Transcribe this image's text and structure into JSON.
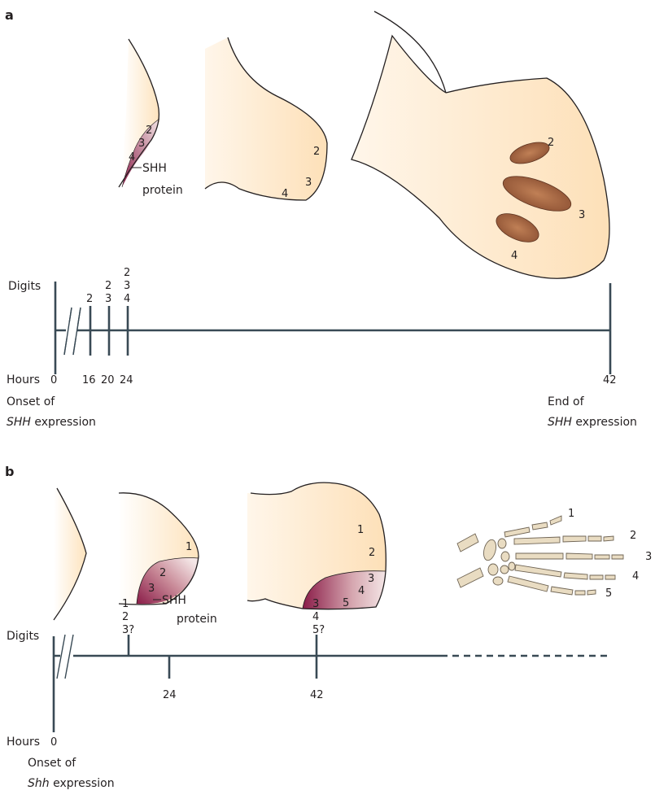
{
  "colors": {
    "limb": "#fde6c2",
    "shh_dark": "#8a1c48",
    "shh_light": "#f2e2e2",
    "condensation": "#a4633f",
    "axis": "#394a55",
    "bone": "#e9dcc2"
  },
  "panel_a": {
    "label": "a",
    "bud1_digits": [
      "2",
      "3",
      "4"
    ],
    "bud2_digits": [
      "2",
      "3",
      "4"
    ],
    "bud3_digits": [
      "2",
      "3",
      "4"
    ],
    "shh_label_line1": "SHH",
    "shh_label_line2": "protein",
    "timeline": {
      "digits_label": "Digits",
      "hours_label": "Hours",
      "ticks": [
        {
          "hour": "0",
          "digits": []
        },
        {
          "hour": "16",
          "digits": [
            "2"
          ]
        },
        {
          "hour": "20",
          "digits": [
            "2",
            "3"
          ]
        },
        {
          "hour": "24",
          "digits": [
            "2",
            "3",
            "4"
          ]
        },
        {
          "hour": "42",
          "digits": []
        }
      ],
      "onset_line1": "Onset of",
      "onset_italic": "SHH",
      "onset_rest": " expression",
      "end_line1": "End of",
      "end_italic": "SHH",
      "end_rest": " expression"
    }
  },
  "panel_b": {
    "label": "b",
    "bud2_digits": [
      "1",
      "2",
      "3"
    ],
    "bud3_digits": [
      "1",
      "2",
      "3",
      "4",
      "5"
    ],
    "hand_digits": [
      "1",
      "2",
      "3",
      "4",
      "5"
    ],
    "shh_label_line1": "SHH",
    "shh_label_line2": "protein",
    "timeline": {
      "digits_label": "Digits",
      "hours_label": "Hours",
      "ticks": [
        {
          "hour": "0",
          "digits": []
        },
        {
          "hour": "",
          "digits": [
            "1",
            "2",
            "3?"
          ]
        },
        {
          "hour": "24",
          "digits": []
        },
        {
          "hour": "42",
          "digits": [
            "3",
            "4",
            "5?"
          ]
        }
      ],
      "onset_line1": "Onset of",
      "onset_italic": "Shh",
      "onset_rest": " expression"
    }
  }
}
